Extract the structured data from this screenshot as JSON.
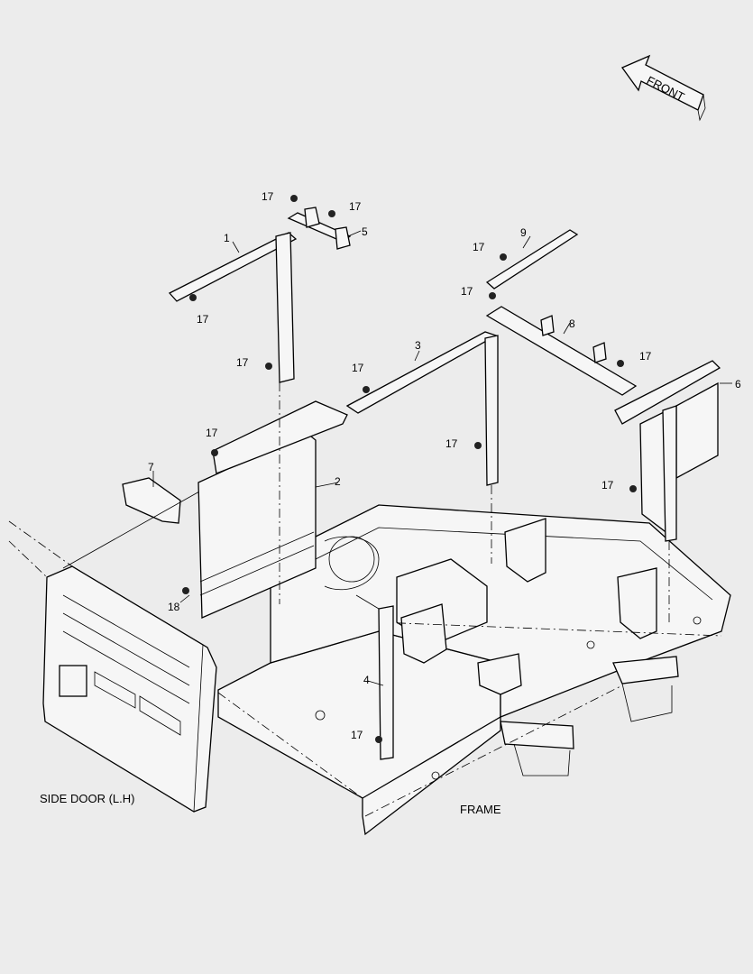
{
  "direction_arrow": {
    "label": "FRONT"
  },
  "captions": {
    "side_door": "SIDE DOOR (L.H)",
    "frame": "FRAME"
  },
  "callouts": {
    "c1": "1",
    "c2": "2",
    "c3": "3",
    "c4": "4",
    "c5": "5",
    "c6": "6",
    "c7": "7",
    "c8": "8",
    "c9": "9",
    "c18": "18",
    "c17a": "17",
    "c17b": "17",
    "c17c": "17",
    "c17d": "17",
    "c17e": "17",
    "c17f": "17",
    "c17g": "17",
    "c17h": "17",
    "c17i": "17",
    "c17j": "17",
    "c17k": "17",
    "c17l": "17"
  },
  "icons": [
    "front-arrow-icon",
    "bolt-icon"
  ]
}
